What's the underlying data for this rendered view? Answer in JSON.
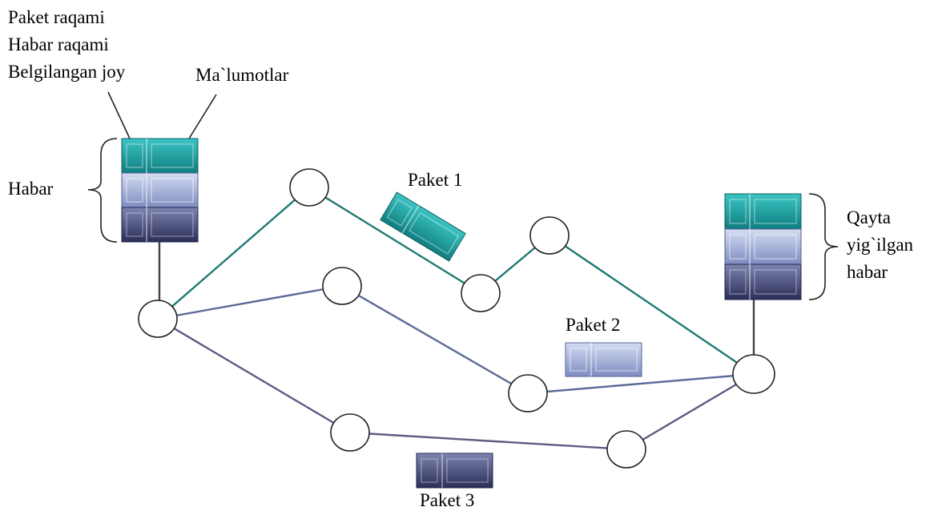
{
  "header_labels": [
    "Paket raqami",
    "Habar raqami",
    "Belgilangan joy"
  ],
  "data_label": "Ma`lumotlar",
  "message_label": "Habar",
  "reassembled_label": [
    "Qayta",
    "yig`ilgan",
    "habar"
  ],
  "packets": [
    {
      "label": "Paket 1",
      "color": "#1b9a9a"
    },
    {
      "label": "Paket 2",
      "color": "#a5b2dc"
    },
    {
      "label": "Paket 3",
      "color": "#4a4f78"
    }
  ],
  "colors": {
    "path_teal": "#1e7a72",
    "path_blue": "#5a6a98",
    "path_gray": "#5c5c82",
    "link_dark": "#444444"
  }
}
